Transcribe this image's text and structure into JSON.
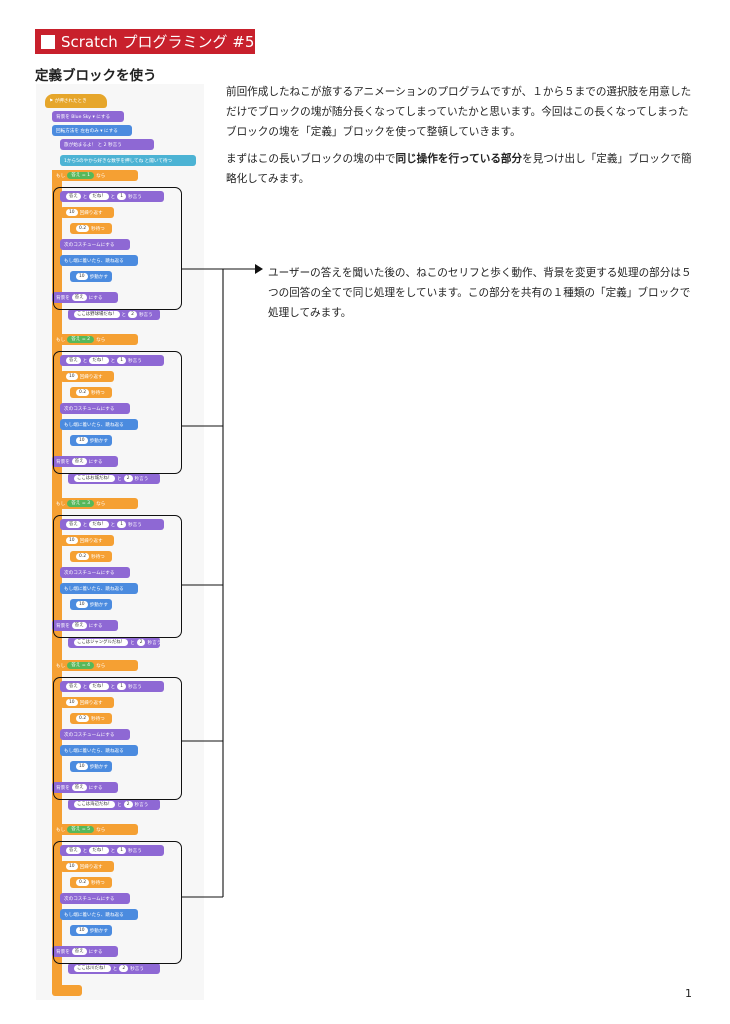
{
  "header": {
    "banner": "Scratch プログラミング #5"
  },
  "section": {
    "heading": "定義ブロックを使う"
  },
  "body": {
    "p1": "前回作成したねこが旅するアニメーションのプログラムですが、１から５までの選択肢を用意しただけでブロックの塊が随分長くなってしまっていたかと思います。今回はこの長くなってしまったブロックの塊を「定義」ブロックを使って整頓していきます。",
    "p2_before": "まずはこの長いブロックの塊の中で",
    "p2_bold": "同じ操作を行っている部分",
    "p2_after": "を見つけ出し「定義」ブロックで簡略化してみます。"
  },
  "annotation": "ユーザーの答えを聞いた後の、ねこのセリフと歩く動作、背景を変更する処理の部分は５つの回答の全てで同じ処理をしています。この部分を共有の１種類の「定義」ブロックで処理してみます。",
  "page_number": "1",
  "code": {
    "hat": "が押されたとき",
    "init": [
      "背景を Blue Sky ▾ にする",
      "回転方法を 左右のみ ▾ にする",
      "旅が始まるよ！ と 2 秒言う",
      "1から5のやから好きな数字を押してね と聞いて待つ"
    ],
    "sections": [
      {
        "n": "1",
        "end": "ここは野球場だね！"
      },
      {
        "n": "2",
        "end": "ここはお城だね！"
      },
      {
        "n": "3",
        "end": "ここはジャングルだね！"
      },
      {
        "n": "4",
        "end": "ここは海辺だね！"
      },
      {
        "n": "5",
        "end": "ここは川だね！"
      }
    ],
    "labels": {
      "if": "もし",
      "answer": "答え",
      "then": "なら",
      "say": "と",
      "say_for": "秒言う",
      "dane": "だね！",
      "repeat": "回繰り返す",
      "wait": "秒待つ",
      "next_costume": "次のコスチュームにする",
      "bounce": "もし端に着いたら、跳ね返る",
      "move": "歩動かす",
      "backdrop": "背景を",
      "set": "にする",
      "one": "1",
      "two": "2",
      "ten": "10",
      "wait_val": "0.2"
    }
  },
  "colors": {
    "banner": "#c8202c",
    "control": "#f5a033",
    "looks": "#8e68d4",
    "motion": "#4b8bdf",
    "sensing": "#4cb3d4",
    "event": "#e6a62b"
  }
}
